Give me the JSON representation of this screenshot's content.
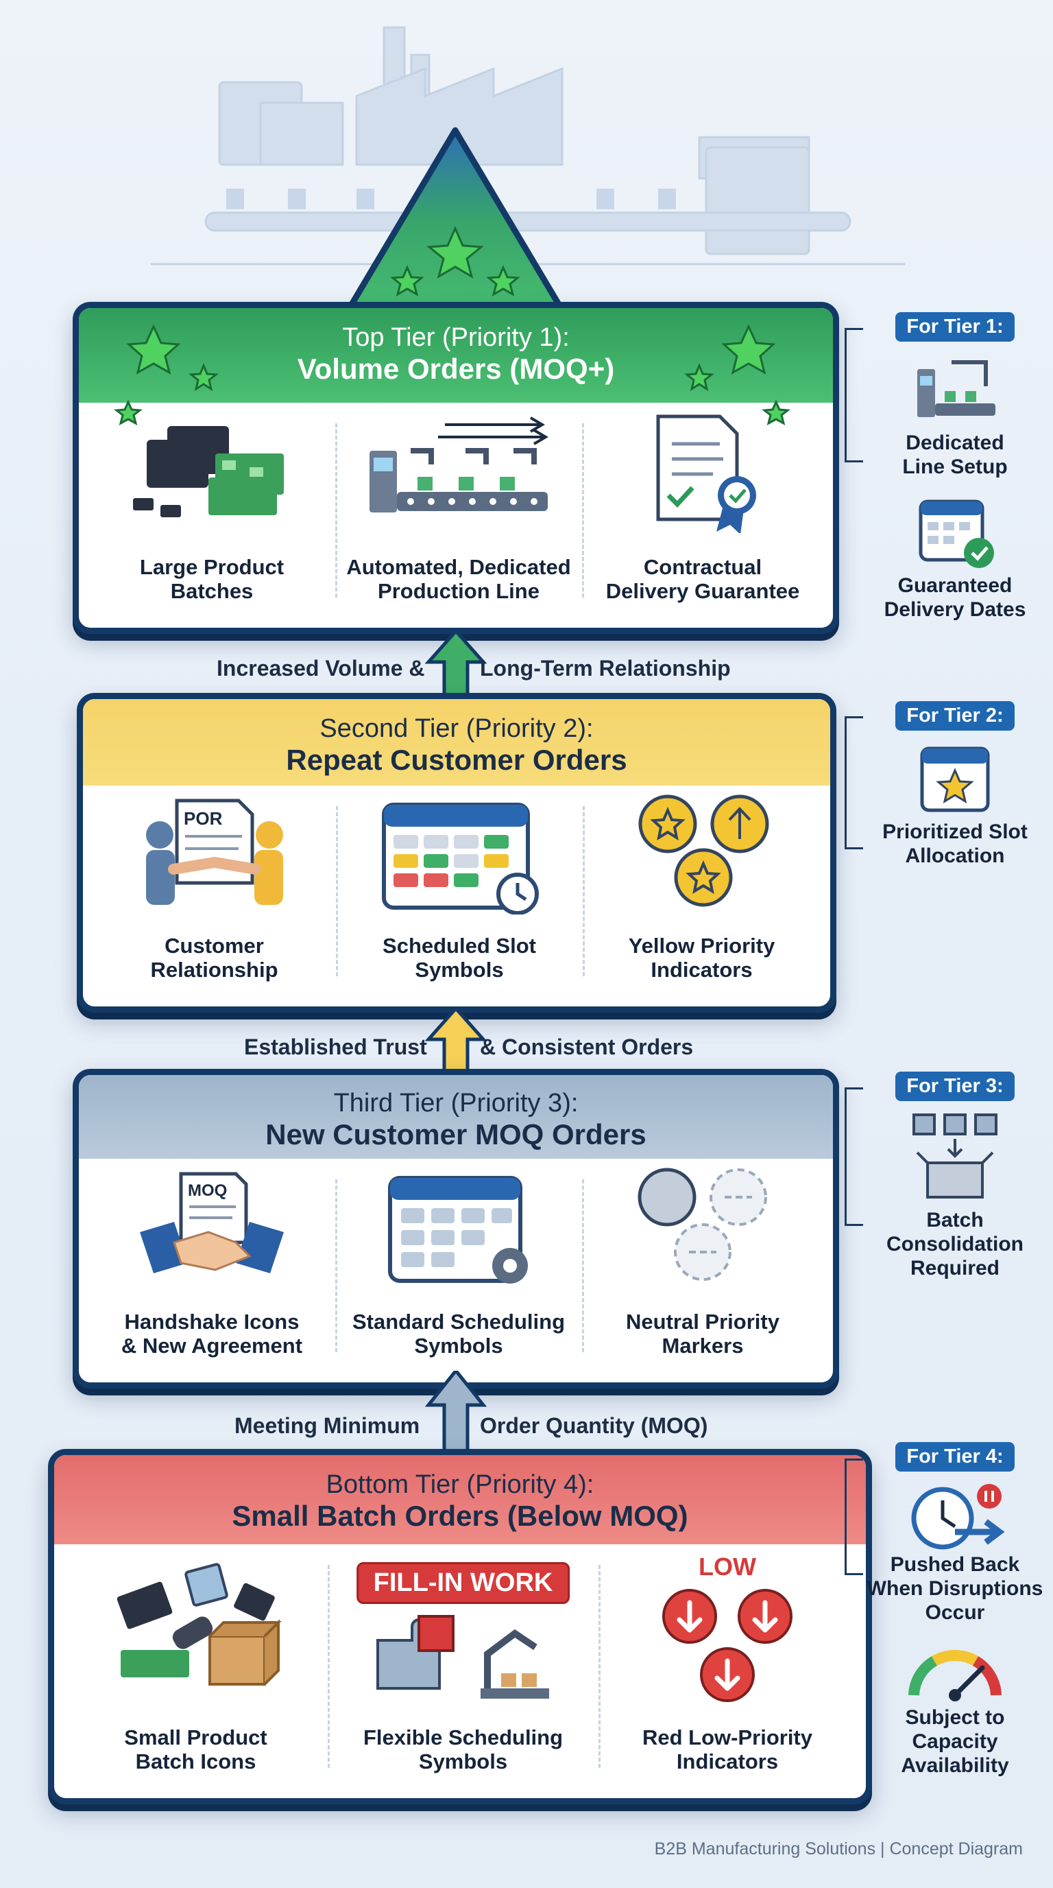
{
  "tiers": [
    {
      "title": "Top Tier (Priority 1):",
      "subtitle": "Volume Orders (MOQ+)",
      "items": [
        "Large Product\nBatches",
        "Automated, Dedicated\nProduction Line",
        "Contractual\nDelivery Guarantee"
      ]
    },
    {
      "title": "Second Tier (Priority 2):",
      "subtitle": "Repeat Customer Orders",
      "items": [
        "Customer\nRelationship",
        "Scheduled Slot\nSymbols",
        "Yellow Priority\nIndicators"
      ]
    },
    {
      "title": "Third Tier (Priority 3):",
      "subtitle": "New Customer MOQ Orders",
      "items": [
        "Handshake Icons\n& New Agreement",
        "Standard Scheduling\nSymbols",
        "Neutral Priority\nMarkers"
      ]
    },
    {
      "title": "Bottom Tier (Priority 4):",
      "subtitle": "Small Batch Orders (Below MOQ)",
      "items": [
        "Small Product\nBatch Icons",
        "Flexible Scheduling\nSymbols",
        "Red Low-Priority\nIndicators"
      ]
    }
  ],
  "connectors": [
    {
      "left": "Increased Volume &",
      "right": "Long-Term Relationship"
    },
    {
      "left": "Established Trust",
      "right": "& Consistent Orders"
    },
    {
      "left": "Meeting Minimum",
      "right": "Order Quantity (MOQ)"
    }
  ],
  "side": [
    {
      "tag": "For Tier 1:",
      "items": [
        "Dedicated\nLine Setup",
        "Guaranteed\nDelivery Dates"
      ]
    },
    {
      "tag": "For Tier 2:",
      "items": [
        "Prioritized Slot\nAllocation"
      ]
    },
    {
      "tag": "For Tier 3:",
      "items": [
        "Batch\nConsolidation\nRequired"
      ]
    },
    {
      "tag": "For Tier 4:",
      "items": [
        "Pushed Back\nWhen Disruptions\nOccur",
        "Subject to\nCapacity\nAvailability"
      ]
    }
  ],
  "badges": {
    "fill_in": "FILL-IN WORK",
    "low": "LOW",
    "por": "POR",
    "moq": "MOQ"
  },
  "footer": "B2B Manufacturing Solutions | Concept Diagram",
  "colors": {
    "navy": "#133a66",
    "green": "#3fae66",
    "yellow": "#f5d36a",
    "slate": "#9fb5cc",
    "red": "#e36d6d",
    "blue": "#1f67b1"
  }
}
